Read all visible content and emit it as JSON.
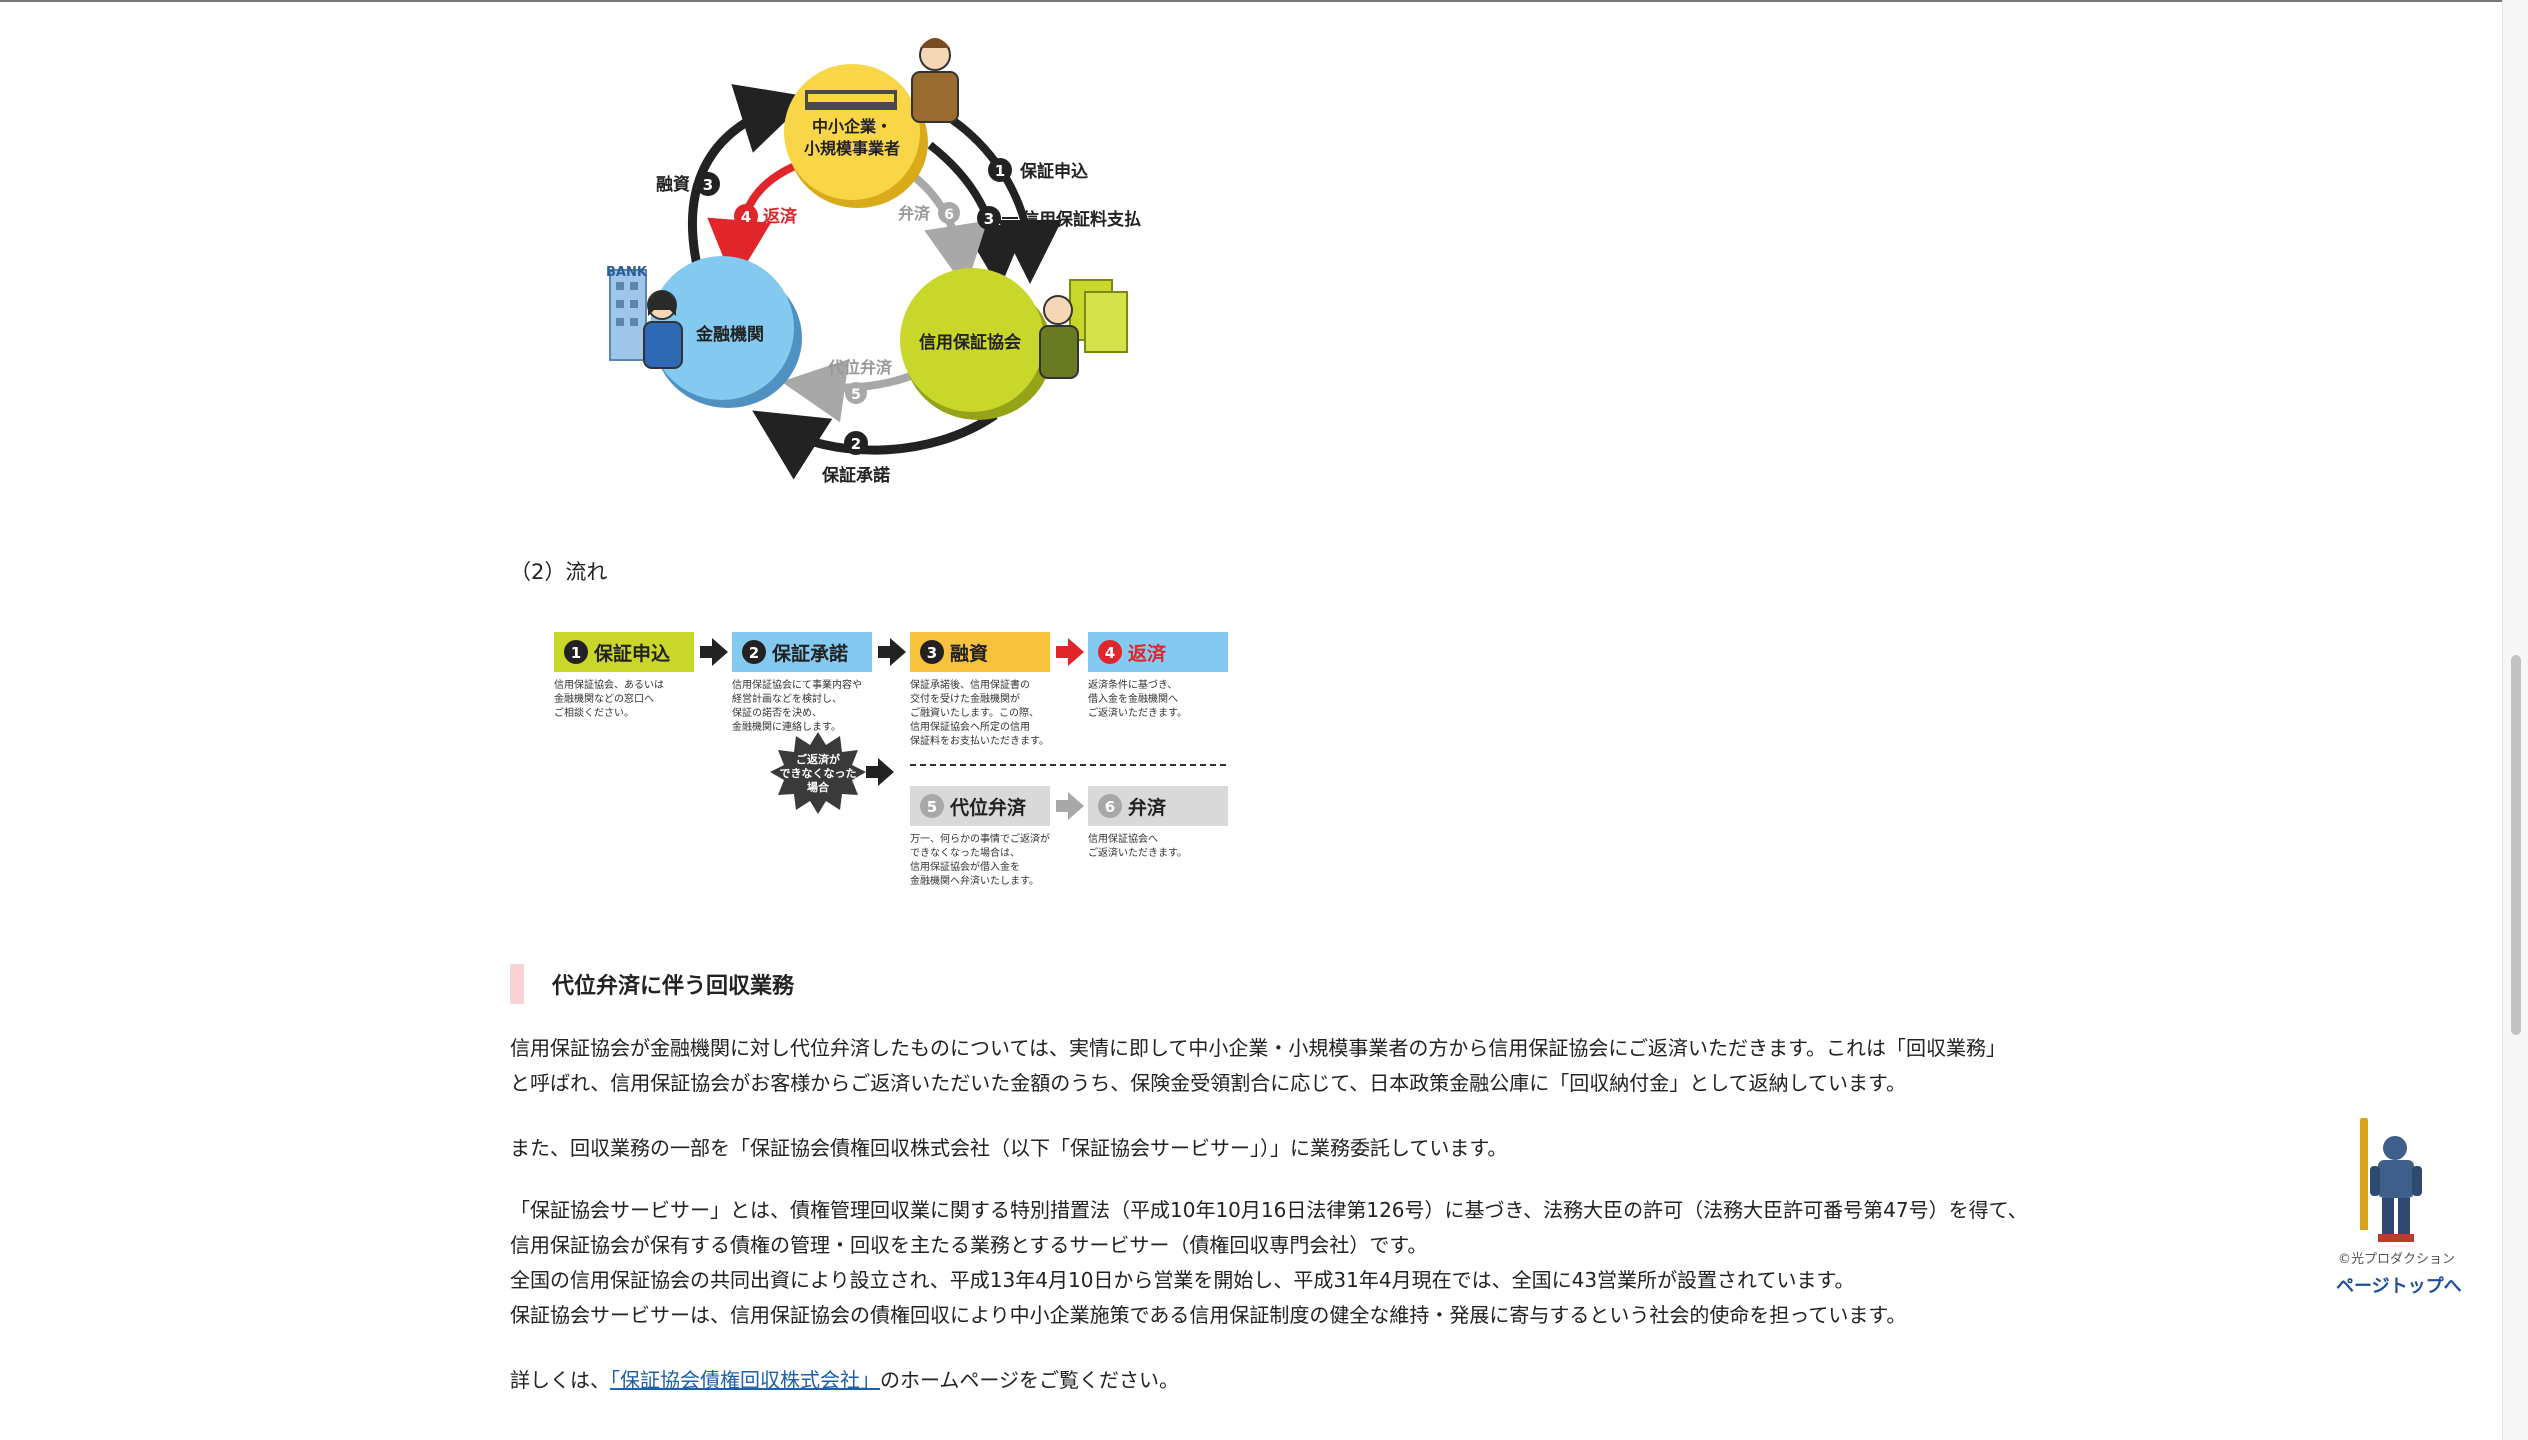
{
  "diagram": {
    "sme_line1": "中小企業・",
    "sme_line2": "小規模事業者",
    "bank_label": "金融機関",
    "bank_sign": "BANK",
    "cgc_label": "信用保証協会",
    "step1_num": "1",
    "step1_label": "保証申込",
    "step2_num": "2",
    "step2_label": "保証承諾",
    "step3a_num": "3",
    "step3a_label": "融資",
    "step3b_num": "3",
    "step3b_label": "信用保証料支払",
    "step4_num": "4",
    "step4_label": "返済",
    "step5_num": "5",
    "step5_label": "代位弁済",
    "step6_num": "6",
    "step6_label": "弁済",
    "colors": {
      "sme": "#f9d647",
      "bank": "#84c9ef",
      "cgc": "#c9d62a",
      "red": "#e0262a",
      "gray": "#a8a8a8"
    }
  },
  "flow": {
    "caption": "（2）流れ",
    "boxes": [
      {
        "num": "1",
        "label": "保証申込",
        "color": "#c9d62a",
        "desc": [
          "信用保証協会、あるいは",
          "金融機関などの窓口へ",
          "ご相談ください。"
        ]
      },
      {
        "num": "2",
        "label": "保証承諾",
        "color": "#84c9ef",
        "desc": [
          "信用保証協会にて事業内容や",
          "経営計画などを検討し、",
          "保証の諾否を決め、",
          "金融機関に連絡します。"
        ]
      },
      {
        "num": "3",
        "label": "融資",
        "color": "#f9c23c",
        "desc": [
          "保証承諾後、信用保証書の",
          "交付を受けた金融機関が",
          "ご融資いたします。この際、",
          "信用保証協会へ所定の信用",
          "保証料をお支払いただきます。"
        ]
      },
      {
        "num": "4",
        "label": "返済",
        "color": "#84c9ef",
        "desc": [
          "返済条件に基づき、",
          "借入金を金融機関へ",
          "ご返済いただきます。"
        ]
      },
      {
        "num": "5",
        "label": "代位弁済",
        "color": "#d9d9d9",
        "desc": [
          "万一、何らかの事情でご返済が",
          "できなくなった場合は、",
          "信用保証協会が借入金を",
          "金融機関へ弁済いたします。"
        ]
      },
      {
        "num": "6",
        "label": "弁済",
        "color": "#d9d9d9",
        "desc": [
          "信用保証協会へ",
          "ご返済いただきます。"
        ]
      }
    ],
    "burst": [
      "ご返済が",
      "できなくなった",
      "場合"
    ]
  },
  "section": {
    "title": "代位弁済に伴う回収業務"
  },
  "body": {
    "p1_line1": "信用保証協会が金融機関に対し代位弁済したものについては、実情に即して中小企業・小規模事業者の方から信用保証協会にご返済いただきます。これは「回収業務」",
    "p1_line2": "と呼ばれ、信用保証協会がお客様からご返済いただいた金額のうち、保険金受領割合に応じて、日本政策金融公庫に「回収納付金」として返納しています。",
    "p2": "また、回収業務の一部を「保証協会債権回収株式会社（以下「保証協会サービサー」）」に業務委託しています。",
    "p3_line1": "「保証協会サービサー」とは、債権管理回収業に関する特別措置法（平成10年10月16日法律第126号）に基づき、法務大臣の許可（法務大臣許可番号第47号）を得て、",
    "p3_line2": "信用保証協会が保有する債権の管理・回収を主たる業務とするサービサー（債権回収専門会社）です。",
    "p3_line3": "全国の信用保証協会の共同出資により設立され、平成13年4月10日から営業を開始し、平成31年4月現在では、全国に43営業所が設置されています。",
    "p3_line4": "保証協会サービサーは、信用保証協会の債権回収により中小企業施策である信用保証制度の健全な維持・発展に寄与するという社会的使命を担っています。",
    "p4_prefix": "詳しくは、",
    "p4_link": "「保証協会債権回収株式会社」",
    "p4_suffix": "のホームページをご覧ください。"
  },
  "sidebar": {
    "copyright": "©光プロダクション",
    "pagetop": "ページトップへ"
  }
}
